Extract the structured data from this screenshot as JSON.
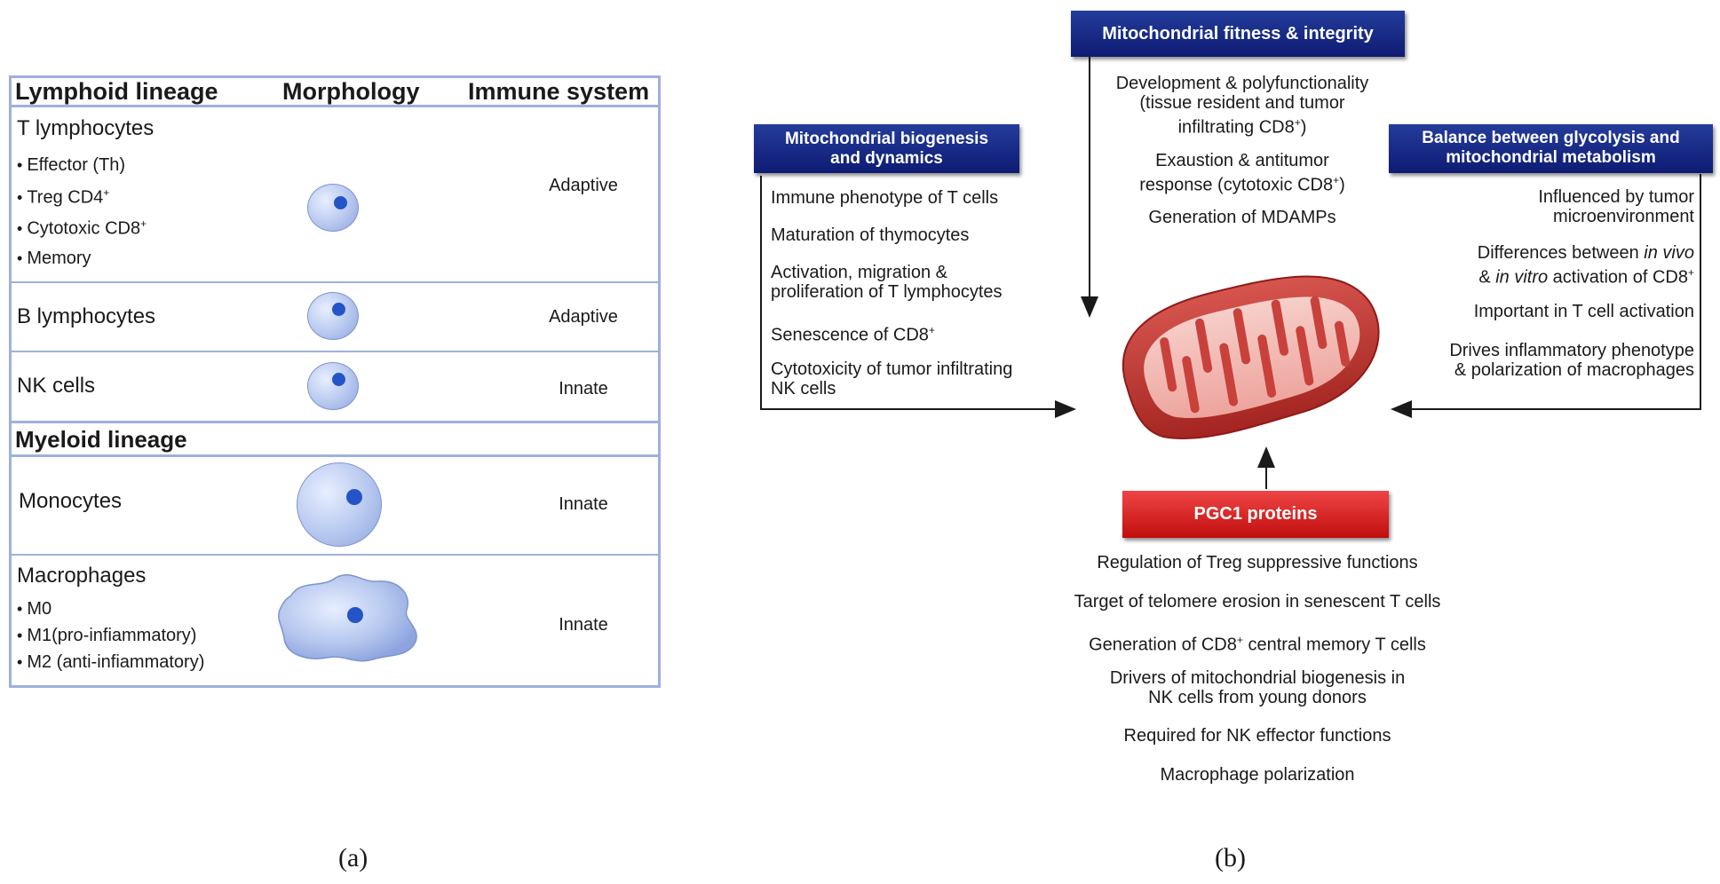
{
  "panel_a": {
    "headers": {
      "lineage": "Lymphoid lineage",
      "morphology": "Morphology",
      "immune": "Immune system"
    },
    "t_lymphocytes": {
      "name": "T lymphocytes",
      "subtypes": [
        "Effector (Th)",
        "Treg CD4",
        "Cytotoxic CD8",
        "Memory"
      ],
      "sup": "+",
      "immune": "Adaptive"
    },
    "b_lymphocytes": {
      "name": "B lymphocytes",
      "immune": "Adaptive"
    },
    "nk_cells": {
      "name": "NK cells",
      "immune": "Innate"
    },
    "myeloid_header": "Myeloid lineage",
    "monocytes": {
      "name": "Monocytes",
      "immune": "Innate"
    },
    "macrophages": {
      "name": "Macrophages",
      "subtypes": [
        "M0",
        "M1(pro-infiammatory)",
        "M2 (anti-infiammatory)"
      ],
      "immune": "Innate"
    },
    "caption": "(a)"
  },
  "panel_b": {
    "top_box": "Mitochondrial fitness & integrity",
    "top_items": {
      "dev_1": "Development & polyfunctionality",
      "dev_2": "(tissue resident and tumor",
      "dev_3": "infiltrating CD8",
      "dev_3_end": ")",
      "exh_1": "Exaustion & antitumor",
      "exh_2": "response (cytotoxic CD8",
      "exh_2_end": ")",
      "gen": "Generation of MDAMPs"
    },
    "left_box": {
      "line1": "Mitochondrial biogenesis",
      "line2": "and dynamics"
    },
    "left_items": {
      "i1": "Immune phenotype of T cells",
      "i2": "Maturation of thymocytes",
      "i3a": "Activation, migration &",
      "i3b": "proliferation of T lymphocytes",
      "i4": "Senescence of CD8",
      "i5a": "Cytotoxicity of tumor infiltrating",
      "i5b": "NK cells"
    },
    "right_box": {
      "line1": "Balance between glycolysis and",
      "line2": "mitochondrial metabolism"
    },
    "right_items": {
      "r1a": "Influenced by tumor",
      "r1b": "microenvironment",
      "r2a_pre": "Differences between ",
      "r2a_it": "in vivo",
      "r2b_pre": "& ",
      "r2b_it": "in vitro",
      "r2b_post": " activation of CD8",
      "r3": "Important in T cell activation",
      "r4a": "Drives inflammatory phenotype",
      "r4b": "& polarization of macrophages"
    },
    "bottom_box": "PGC1 proteins",
    "bottom_items": {
      "b1": "Regulation of Treg suppressive functions",
      "b2": "Target of telomere erosion in senescent T cells",
      "b3_pre": "Generation of CD8",
      "b3_post": " central memory T cells",
      "b4a": "Drivers of mitochondrial biogenesis in",
      "b4b": "NK cells from young donors",
      "b5": "Required for NK effector functions",
      "b6": "Macrophage polarization"
    },
    "sup": "+",
    "caption": "(b)"
  },
  "colors": {
    "table_border": "#9fb0dc",
    "cell_fill": "#b7c8ef",
    "nucleus": "#2554c7",
    "blue_box": "#13237f",
    "red_box": "#d41c1c",
    "mito_outer": "#b7302c",
    "mito_inner": "#f2b3ad"
  }
}
